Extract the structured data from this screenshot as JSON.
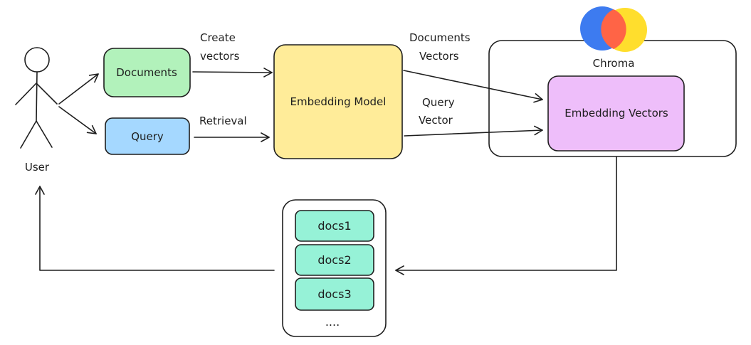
{
  "actor": {
    "label": "User"
  },
  "nodes": {
    "documents": {
      "label": "Documents",
      "color": "#b2f2bb"
    },
    "query": {
      "label": "Query",
      "color": "#a5d8ff"
    },
    "embedding_model": {
      "label": "Embedding Model",
      "color": "#ffec99"
    },
    "embedding_vectors": {
      "label": "Embedding Vectors",
      "color": "#eebefa"
    },
    "chroma": {
      "label": "Chroma",
      "logo_colors": [
        "#3d7bf0",
        "#ff6446",
        "#ffde2d"
      ]
    },
    "result_box": {
      "docs": [
        "docs1",
        "docs2",
        "docs3"
      ],
      "doc_color": "#96f2d7",
      "ellipsis": "...."
    }
  },
  "edges": {
    "create_vectors": [
      "Create",
      "vectors"
    ],
    "retrieval": [
      "Retrieval"
    ],
    "documents_vectors": [
      "Documents",
      "Vectors"
    ],
    "query_vector": [
      "Query",
      "Vector"
    ]
  }
}
